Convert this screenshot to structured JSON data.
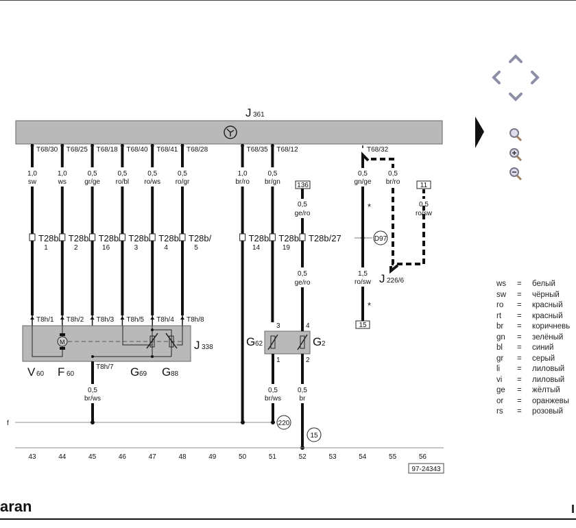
{
  "module_top": {
    "letter": "J",
    "number": "361"
  },
  "top_wires": [
    {
      "col": 43,
      "pin": "T68/30",
      "gauge": "1,0",
      "color": "sw",
      "t28b": "T28b/",
      "t28b_pin": "1",
      "t8h": "T8h/1"
    },
    {
      "col": 44,
      "pin": "T68/25",
      "gauge": "1,0",
      "color": "ws",
      "t28b": "T28b/",
      "t28b_pin": "2",
      "t8h": "T8h/2"
    },
    {
      "col": 45,
      "pin": "T68/18",
      "gauge": "0,5",
      "color": "gr/ge",
      "t28b": "T28b/",
      "t28b_pin": "16",
      "t8h": "T8h/3"
    },
    {
      "col": 46,
      "pin": "T68/40",
      "gauge": "0,5",
      "color": "ro/bl",
      "t28b": "T28b/",
      "t28b_pin": "3",
      "t8h": "T8h/5"
    },
    {
      "col": 47,
      "pin": "T68/41",
      "gauge": "0,5",
      "color": "ro/ws",
      "t28b": "T28b/",
      "t28b_pin": "4",
      "t8h": "T8h/4"
    },
    {
      "col": 48,
      "pin": "T68/28",
      "gauge": "0,5",
      "color": "ro/gr",
      "t28b": "T28b/",
      "t28b_pin": "5",
      "t8h": "T8h/8"
    },
    {
      "col": 50,
      "pin": "T68/35",
      "gauge": "1,0",
      "color": "br/ro",
      "t28b": "T28b/",
      "t28b_pin": "14",
      "t8h": ""
    },
    {
      "col": 51,
      "pin": "T68/12",
      "gauge": "0,5",
      "color": "br/gn",
      "t28b": "T28b/",
      "t28b_pin": "19",
      "t8h": ""
    }
  ],
  "wire_52": {
    "ref_box": "136",
    "gauge1": "0,5",
    "color1": "ge/ro",
    "t28b": "T28b/27",
    "gauge2": "0,5",
    "color2": "ge/ro",
    "pin_top": "4",
    "pin_bottom": "2",
    "gauge3": "0,5",
    "color3": "br",
    "ground": "15"
  },
  "wire_51": {
    "pin_top": "3",
    "pin_bottom": "1",
    "gauge": "0,5",
    "color": "br/ws",
    "ground": "220"
  },
  "wire_45_bottom": {
    "pin": "T8h/7",
    "gauge": "0,5",
    "color": "br/ws"
  },
  "wire_54": {
    "pin": "T68/32",
    "gauge1": "0,5",
    "color1": "gn/ge",
    "splice": "D97",
    "gauge2": "1,5",
    "color2": "ro/sw",
    "ref_box": "15",
    "mark": "*",
    "mark2": "*"
  },
  "dashed_wire": {
    "gauge": "0,5",
    "color": "br/ro",
    "component": "J",
    "component_sub": "226/6"
  },
  "wire_56": {
    "ref_box": "11",
    "gauge": "0,5",
    "color": "ro/sw"
  },
  "module_j338": {
    "letter": "J",
    "number": "338",
    "motor": "M"
  },
  "components": [
    {
      "letter": "V",
      "sub": "60"
    },
    {
      "letter": "F",
      "sub": "60"
    },
    {
      "letter": "G",
      "sub": "69"
    },
    {
      "letter": "G",
      "sub": "88"
    }
  ],
  "sensors": [
    {
      "letter": "G",
      "sub": "62"
    },
    {
      "letter": "G",
      "sub": "2"
    }
  ],
  "ground_line_label": "f",
  "columns": [
    "43",
    "44",
    "45",
    "46",
    "47",
    "48",
    "49",
    "50",
    "51",
    "52",
    "53",
    "54",
    "55",
    "56"
  ],
  "drawing_number": "97-24343",
  "legend": [
    {
      "code": "ws",
      "name": "белый"
    },
    {
      "code": "sw",
      "name": "чёрный"
    },
    {
      "code": "ro",
      "name": "красный"
    },
    {
      "code": "rt",
      "name": "красный"
    },
    {
      "code": "br",
      "name": "коричневь"
    },
    {
      "code": "gn",
      "name": "зелёный"
    },
    {
      "code": "bl",
      "name": "синий"
    },
    {
      "code": "gr",
      "name": "серый"
    },
    {
      "code": "li",
      "name": "лиловый"
    },
    {
      "code": "vi",
      "name": "лиловый"
    },
    {
      "code": "ge",
      "name": "жёлтый"
    },
    {
      "code": "or",
      "name": "оранжевы"
    },
    {
      "code": "rs",
      "name": "розовый"
    }
  ],
  "legend_eq": "=",
  "page_title": "aran",
  "nav": {
    "up": "nav-up-icon",
    "left": "nav-left-icon",
    "right": "nav-right-icon",
    "down": "nav-down-icon"
  },
  "colors": {
    "module_fill": "#b9b9b9",
    "nav_icon": "#8c8fa6"
  }
}
